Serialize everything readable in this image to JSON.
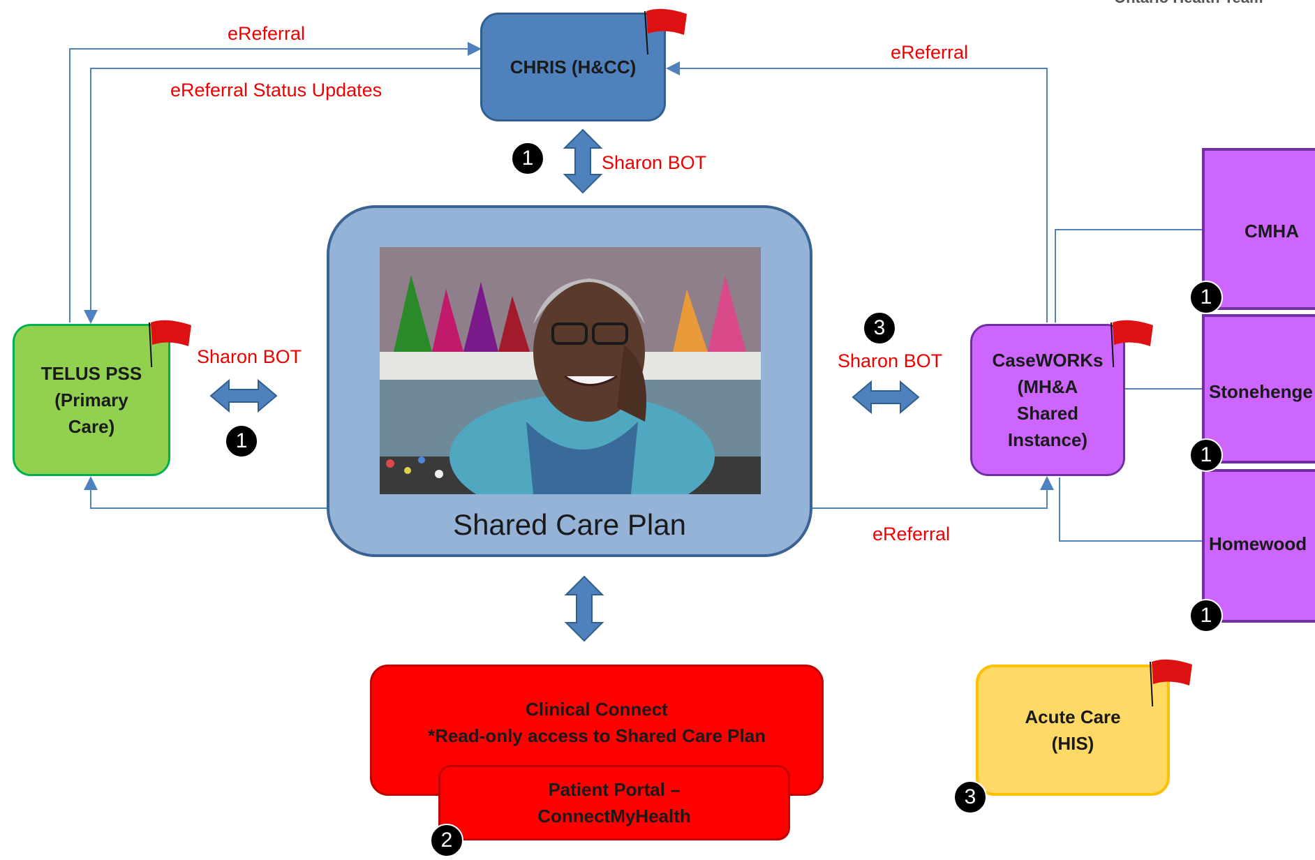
{
  "corner_text": "Ontario Health Team",
  "nodes": {
    "chris": {
      "label": "CHRIS (H&CC)"
    },
    "telus": {
      "label": "TELUS PSS\n(Primary\nCare)"
    },
    "scp": {
      "label": "Shared Care Plan"
    },
    "caseworks": {
      "label": "CaseWORKs\n(MH&A\nShared\nInstance)"
    },
    "cmha": {
      "label": "CMHA"
    },
    "stonehenge": {
      "label": "Stonehenge"
    },
    "homewood": {
      "label": "Homewood"
    },
    "clinical_connect": {
      "label": "Clinical Connect\n*Read-only access to Shared Care Plan"
    },
    "patient_portal": {
      "label": "Patient Portal –\nConnectMyHealth"
    },
    "acute_care": {
      "label": "Acute Care\n(HIS)"
    }
  },
  "edge_labels": {
    "ereferral_top_left": "eReferral",
    "status_updates": "eReferral Status Updates",
    "ereferral_top_right": "eReferral",
    "sharon_bot_top": "Sharon BOT",
    "sharon_bot_left": "Sharon BOT",
    "sharon_bot_right": "Sharon BOT",
    "ereferral_bottom_right": "eReferral"
  },
  "badges": {
    "chris_bot": "1",
    "telus_bot": "1",
    "caseworks_bot": "3",
    "cmha": "1",
    "stonehenge": "1",
    "homewood": "1",
    "patient_portal": "2",
    "acute_care": "3"
  },
  "colors": {
    "chris": "#4f81bd",
    "telus": "#92d050",
    "scp": "#95b3d7",
    "caseworks": "#cc66ff",
    "clinical_connect": "#ff0000",
    "acute_care": "#ffd966",
    "flag": "#dd1111",
    "label_red": "#ee0000",
    "arrow_blue": "#4f81bd"
  },
  "icons": {
    "flag": "red-flag-icon",
    "arrow": "double-arrow-icon"
  }
}
